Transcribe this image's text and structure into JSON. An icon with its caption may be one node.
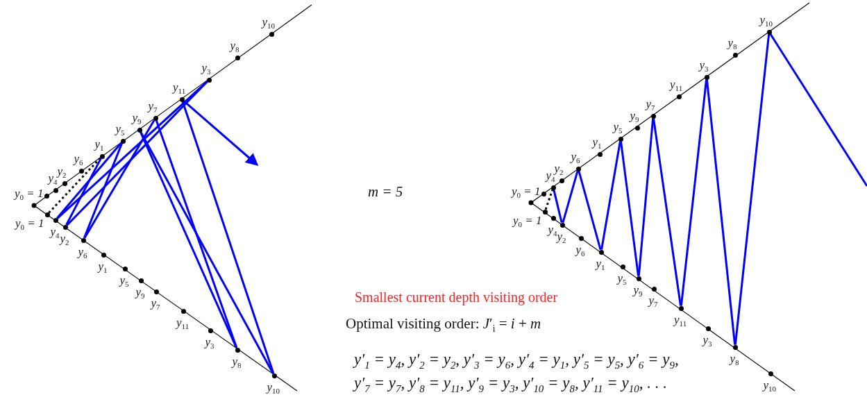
{
  "diagram": {
    "nodes": [
      {
        "text": [
          "y$_{0}$ = 1"
        ]
      },
      {
        "text": [
          "y$_{4}$"
        ]
      },
      {
        "text": [
          "y$_{2}$"
        ]
      },
      {
        "text": [
          "y$_{6}$"
        ]
      },
      {
        "text": [
          "y$_{1}$"
        ]
      },
      {
        "text": [
          "y$_{5}$"
        ]
      },
      {
        "text": [
          "y$_{9}$"
        ]
      },
      {
        "text": [
          "y$_{7}$"
        ]
      },
      {
        "text": [
          "y$_{11}$"
        ]
      },
      {
        "text": [
          "y$_{3}$"
        ]
      },
      {
        "text": [
          "y$_{8}$"
        ]
      },
      {
        "text": [
          "y$_{10}$"
        ]
      },
      {
        "text": [
          "y$_{0}$ = 1"
        ]
      },
      {
        "text": [
          "y$_{4}$"
        ]
      },
      {
        "text": [
          "y$_{2}$"
        ]
      },
      {
        "text": [
          "y$_{6}$"
        ]
      },
      {
        "text": [
          "y$_{1}$"
        ]
      },
      {
        "text": [
          "y$_{5}$"
        ]
      },
      {
        "text": [
          "y$_{9}$"
        ]
      },
      {
        "text": [
          "y$_{7}$"
        ]
      },
      {
        "text": [
          "y$_{11}$"
        ]
      },
      {
        "text": [
          "y$_{3}$"
        ]
      },
      {
        "text": [
          "y$_{8}$"
        ]
      },
      {
        "text": [
          "y$_{10}$"
        ]
      },
      {
        "text": [
          "y$_{0}$ = 1"
        ]
      },
      {
        "text": [
          "y$_{4}$"
        ]
      },
      {
        "text": [
          "y$_{2}$"
        ]
      },
      {
        "text": [
          "y$_{6}$"
        ]
      },
      {
        "text": [
          "y$_{1}$"
        ]
      },
      {
        "text": [
          "y$_{5}$"
        ]
      },
      {
        "text": [
          "y$_{9}$"
        ]
      },
      {
        "text": [
          "y$_{7}$"
        ]
      },
      {
        "text": [
          "y$_{11}$"
        ]
      },
      {
        "text": [
          "y$_{3}$"
        ]
      },
      {
        "text": [
          "y$_{8}$"
        ]
      },
      {
        "text": [
          "y$_{10}$"
        ]
      },
      {
        "text": [
          "y$_{0}$ = 1"
        ]
      },
      {
        "text": [
          "y$_{4}$"
        ]
      },
      {
        "text": [
          "y$_{2}$"
        ]
      },
      {
        "text": [
          "y$_{6}$"
        ]
      },
      {
        "text": [
          "y$_{1}$"
        ]
      },
      {
        "text": [
          "y$_{5}$"
        ]
      },
      {
        "text": [
          "y$_{9}$"
        ]
      },
      {
        "text": [
          "y$_{7}$"
        ]
      },
      {
        "text": [
          "y$_{11}$"
        ]
      },
      {
        "text": [
          "y$_{3}$"
        ]
      },
      {
        "text": [
          "y$_{8}$"
        ]
      },
      {
        "text": [
          "y$_{10}$"
        ]
      }
    ],
    "edges": [
      {
        "from": 12,
        "to": 4,
        "arrow": "none",
        "style": "dashed",
        "color": "#000000"
      },
      {
        "from": 4,
        "to": 14,
        "arrow": "none"
      },
      {
        "from": 14,
        "to": 9,
        "arrow": "none"
      },
      {
        "from": 9,
        "to": 13,
        "arrow": "none"
      },
      {
        "from": 13,
        "to": 5,
        "arrow": "none"
      },
      {
        "from": 5,
        "to": 15,
        "arrow": "none"
      },
      {
        "from": 15,
        "to": 7,
        "arrow": "none"
      },
      {
        "from": 7,
        "to": 22,
        "arrow": "none"
      },
      {
        "from": 22,
        "to": 6,
        "arrow": "none"
      },
      {
        "from": 6,
        "to": 23,
        "arrow": "none"
      },
      {
        "from": 23,
        "to": 8,
        "arrow": "none"
      },
      {
        "from": 8,
        "to": null,
        "arrow": "to"
      },
      {
        "from": 36,
        "to": 25,
        "arrow": "none",
        "style": "dashed",
        "color": "#000000"
      },
      {
        "from": 25,
        "to": 38,
        "arrow": "none"
      },
      {
        "from": 38,
        "to": 27,
        "arrow": "none"
      },
      {
        "from": 27,
        "to": 40,
        "arrow": "none"
      },
      {
        "from": 40,
        "to": 29,
        "arrow": "none"
      },
      {
        "from": 29,
        "to": 42,
        "arrow": "none"
      },
      {
        "from": 42,
        "to": 31,
        "arrow": "none"
      },
      {
        "from": 31,
        "to": 44,
        "arrow": "none"
      },
      {
        "from": 44,
        "to": 33,
        "arrow": "none"
      },
      {
        "from": 33,
        "to": 46,
        "arrow": "none"
      },
      {
        "from": 46,
        "to": 35,
        "arrow": "none"
      },
      {
        "from": 35,
        "to": null,
        "arrow": "none"
      }
    ],
    "labels": [
      "m = 5",
      "Smallest current depth visiting order",
      "Optimal visiting order: *J*′$_{i}$ = *i* + *m*",
      "y′$_{1}$ = y$_{4}$, y′$_{2}$ = y$_{2}$, y′$_{3}$ = y$_{6}$, y′$_{4}$ = y$_{1}$, y′$_{5}$ = y$_{5}$, y′$_{6}$ = y$_{9}$,",
      "y′$_{7}$ = y$_{7}$, y′$_{8}$ = y$_{11}$, y′$_{9}$ = y$_{3}$, y′$_{10}$ = y$_{8}$, y′$_{11}$ = y$_{10}$, . . ."
    ]
  }
}
